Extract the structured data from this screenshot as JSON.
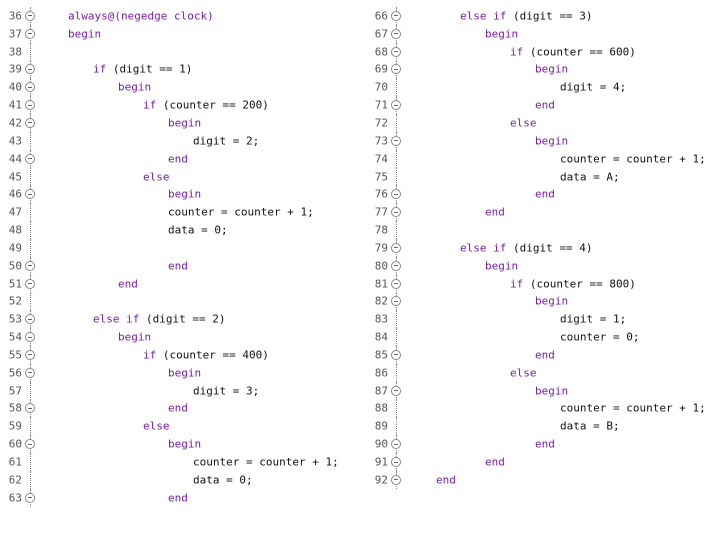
{
  "left": {
    "lines": [
      {
        "n": "36",
        "fold": true,
        "level": 1,
        "parts": [
          {
            "t": "always@(negedge clock)",
            "k": true
          }
        ]
      },
      {
        "n": "37",
        "fold": true,
        "level": 1,
        "parts": [
          {
            "t": "begin",
            "k": true
          }
        ]
      },
      {
        "n": "38",
        "fold": false,
        "level": 0,
        "parts": []
      },
      {
        "n": "39",
        "fold": true,
        "level": 2,
        "parts": [
          {
            "t": "if",
            "k": true
          },
          {
            "t": " (digit == 1)",
            "k": false
          }
        ]
      },
      {
        "n": "40",
        "fold": true,
        "level": 3,
        "parts": [
          {
            "t": "begin",
            "k": true
          }
        ]
      },
      {
        "n": "41",
        "fold": true,
        "level": 4,
        "parts": [
          {
            "t": "if",
            "k": true
          },
          {
            "t": " (counter == 200)",
            "k": false
          }
        ]
      },
      {
        "n": "42",
        "fold": true,
        "level": 5,
        "parts": [
          {
            "t": "begin",
            "k": true
          }
        ]
      },
      {
        "n": "43",
        "fold": false,
        "level": 6,
        "parts": [
          {
            "t": "digit = 2;",
            "k": false
          }
        ]
      },
      {
        "n": "44",
        "fold": true,
        "level": 5,
        "parts": [
          {
            "t": "end",
            "k": true
          }
        ]
      },
      {
        "n": "45",
        "fold": false,
        "level": 4,
        "parts": [
          {
            "t": "else",
            "k": true
          }
        ]
      },
      {
        "n": "46",
        "fold": true,
        "level": 5,
        "parts": [
          {
            "t": "begin",
            "k": true
          }
        ]
      },
      {
        "n": "47",
        "fold": false,
        "level": 5,
        "parts": [
          {
            "t": "counter = counter + 1;",
            "k": false
          }
        ]
      },
      {
        "n": "48",
        "fold": false,
        "level": 5,
        "parts": [
          {
            "t": "data = 0;",
            "k": false
          }
        ]
      },
      {
        "n": "49",
        "fold": false,
        "level": 0,
        "parts": []
      },
      {
        "n": "50",
        "fold": true,
        "level": 5,
        "parts": [
          {
            "t": "end",
            "k": true
          }
        ]
      },
      {
        "n": "51",
        "fold": true,
        "level": 3,
        "parts": [
          {
            "t": "end",
            "k": true
          }
        ]
      },
      {
        "n": "52",
        "fold": false,
        "level": 0,
        "parts": []
      },
      {
        "n": "53",
        "fold": true,
        "level": 2,
        "parts": [
          {
            "t": "else if",
            "k": true
          },
          {
            "t": " (digit == 2)",
            "k": false
          }
        ]
      },
      {
        "n": "54",
        "fold": true,
        "level": 3,
        "parts": [
          {
            "t": "begin",
            "k": true
          }
        ]
      },
      {
        "n": "55",
        "fold": true,
        "level": 4,
        "parts": [
          {
            "t": "if",
            "k": true
          },
          {
            "t": " (counter == 400)",
            "k": false
          }
        ]
      },
      {
        "n": "56",
        "fold": true,
        "level": 5,
        "parts": [
          {
            "t": "begin",
            "k": true
          }
        ]
      },
      {
        "n": "57",
        "fold": false,
        "level": 6,
        "parts": [
          {
            "t": "digit = 3;",
            "k": false
          }
        ]
      },
      {
        "n": "58",
        "fold": true,
        "level": 5,
        "parts": [
          {
            "t": "end",
            "k": true
          }
        ]
      },
      {
        "n": "59",
        "fold": false,
        "level": 4,
        "parts": [
          {
            "t": "else",
            "k": true
          }
        ]
      },
      {
        "n": "60",
        "fold": true,
        "level": 5,
        "parts": [
          {
            "t": "begin",
            "k": true
          }
        ]
      },
      {
        "n": "61",
        "fold": false,
        "level": 6,
        "parts": [
          {
            "t": "counter = counter + 1;",
            "k": false
          }
        ]
      },
      {
        "n": "62",
        "fold": false,
        "level": 6,
        "parts": [
          {
            "t": "data = 0;",
            "k": false
          }
        ]
      },
      {
        "n": "63",
        "fold": true,
        "level": 5,
        "parts": [
          {
            "t": "end",
            "k": true
          }
        ]
      }
    ]
  },
  "right": {
    "lines": [
      {
        "n": "66",
        "fold": true,
        "level": 2,
        "parts": [
          {
            "t": "else if",
            "k": true
          },
          {
            "t": " (digit == 3)",
            "k": false
          }
        ]
      },
      {
        "n": "67",
        "fold": true,
        "level": 3,
        "parts": [
          {
            "t": "begin",
            "k": true
          }
        ]
      },
      {
        "n": "68",
        "fold": true,
        "level": 4,
        "parts": [
          {
            "t": "if",
            "k": true
          },
          {
            "t": " (counter == 600)",
            "k": false
          }
        ]
      },
      {
        "n": "69",
        "fold": true,
        "level": 5,
        "parts": [
          {
            "t": "begin",
            "k": true
          }
        ]
      },
      {
        "n": "70",
        "fold": false,
        "level": 6,
        "parts": [
          {
            "t": "digit = 4;",
            "k": false
          }
        ]
      },
      {
        "n": "71",
        "fold": true,
        "level": 5,
        "parts": [
          {
            "t": "end",
            "k": true
          }
        ]
      },
      {
        "n": "72",
        "fold": false,
        "level": 4,
        "parts": [
          {
            "t": "else",
            "k": true
          }
        ]
      },
      {
        "n": "73",
        "fold": true,
        "level": 5,
        "parts": [
          {
            "t": "begin",
            "k": true
          }
        ]
      },
      {
        "n": "74",
        "fold": false,
        "level": 6,
        "parts": [
          {
            "t": "counter = counter + 1;",
            "k": false
          }
        ]
      },
      {
        "n": "75",
        "fold": false,
        "level": 6,
        "parts": [
          {
            "t": "data = A;",
            "k": false
          }
        ]
      },
      {
        "n": "76",
        "fold": true,
        "level": 5,
        "parts": [
          {
            "t": "end",
            "k": true
          }
        ]
      },
      {
        "n": "77",
        "fold": true,
        "level": 3,
        "parts": [
          {
            "t": "end",
            "k": true
          }
        ]
      },
      {
        "n": "78",
        "fold": false,
        "level": 0,
        "parts": []
      },
      {
        "n": "79",
        "fold": true,
        "level": 2,
        "parts": [
          {
            "t": "else if",
            "k": true
          },
          {
            "t": " (digit == 4)",
            "k": false
          }
        ]
      },
      {
        "n": "80",
        "fold": true,
        "level": 3,
        "parts": [
          {
            "t": "begin",
            "k": true
          }
        ]
      },
      {
        "n": "81",
        "fold": true,
        "level": 4,
        "parts": [
          {
            "t": "if",
            "k": true
          },
          {
            "t": " (counter == 800)",
            "k": false
          }
        ]
      },
      {
        "n": "82",
        "fold": true,
        "level": 5,
        "parts": [
          {
            "t": "begin",
            "k": true
          }
        ]
      },
      {
        "n": "83",
        "fold": false,
        "level": 6,
        "parts": [
          {
            "t": "digit = 1;",
            "k": false
          }
        ]
      },
      {
        "n": "84",
        "fold": false,
        "level": 6,
        "parts": [
          {
            "t": "counter = 0;",
            "k": false
          }
        ]
      },
      {
        "n": "85",
        "fold": true,
        "level": 5,
        "parts": [
          {
            "t": "end",
            "k": true
          }
        ]
      },
      {
        "n": "86",
        "fold": false,
        "level": 4,
        "parts": [
          {
            "t": "else",
            "k": true
          }
        ]
      },
      {
        "n": "87",
        "fold": true,
        "level": 5,
        "parts": [
          {
            "t": "begin",
            "k": true
          }
        ]
      },
      {
        "n": "88",
        "fold": false,
        "level": 6,
        "parts": [
          {
            "t": "counter = counter + 1;",
            "k": false
          }
        ]
      },
      {
        "n": "89",
        "fold": false,
        "level": 6,
        "parts": [
          {
            "t": "data = B;",
            "k": false
          }
        ]
      },
      {
        "n": "90",
        "fold": true,
        "level": 5,
        "parts": [
          {
            "t": "end",
            "k": true
          }
        ]
      },
      {
        "n": "91",
        "fold": true,
        "level": 3,
        "parts": [
          {
            "t": "end",
            "k": true
          }
        ]
      },
      {
        "n": "92",
        "fold": true,
        "level": 1,
        "parts": [
          {
            "t": "end",
            "k": true
          }
        ]
      }
    ]
  },
  "colors": {
    "keyword": "#7b1fa2",
    "text": "#111111",
    "line_number": "#555555",
    "background": "#ffffff"
  }
}
